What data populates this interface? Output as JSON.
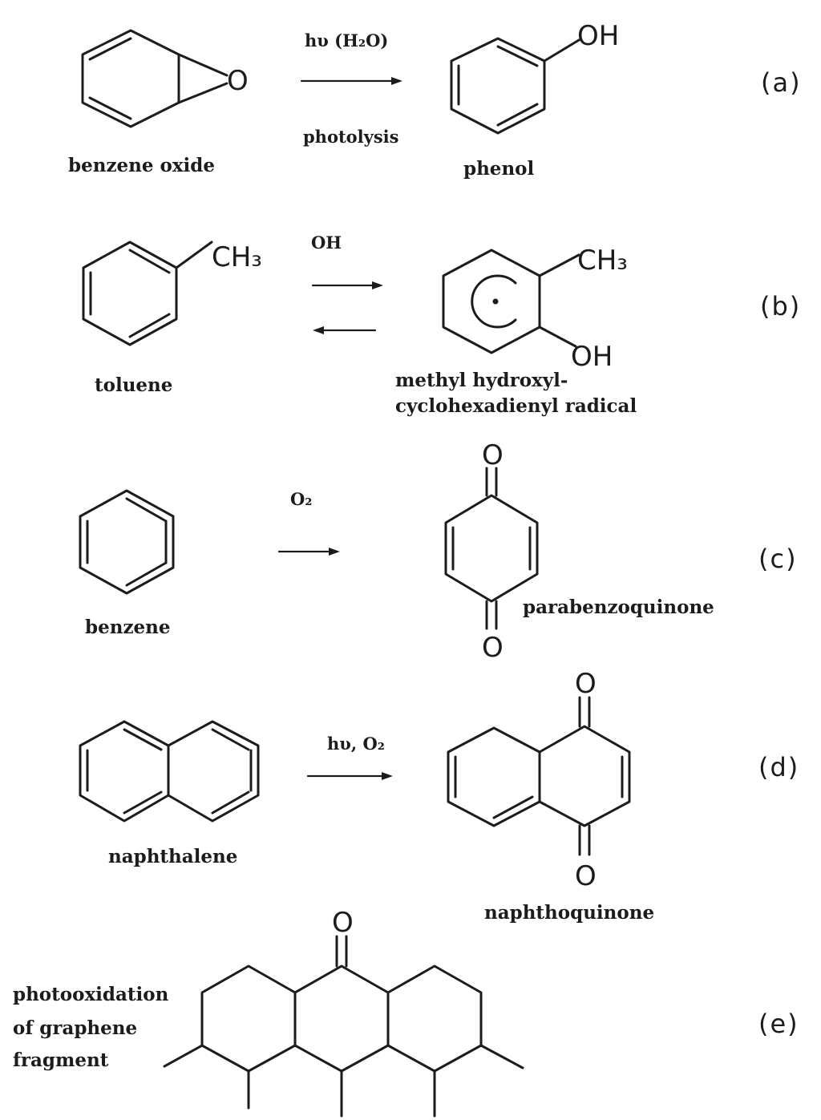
{
  "reactions": {
    "a": {
      "tag": "(a)",
      "reactant": "benzene oxide",
      "reactant_atom_o": "O",
      "condition_top": "hυ (H₂O)",
      "condition_bottom": "photolysis",
      "product": "phenol",
      "product_group": "OH"
    },
    "b": {
      "tag": "(b)",
      "reactant": "toluene",
      "reactant_group": "CH₃",
      "condition_top": "OH",
      "product_line1": "methyl hydroxyl-",
      "product_line2": "cyclohexadienyl radical",
      "product_group_ch3": "CH₃",
      "product_group_oh": "OH"
    },
    "c": {
      "tag": "(c)",
      "reactant": "benzene",
      "condition_top": "O₂",
      "product": "parabenzoquinone",
      "product_o_top": "O",
      "product_o_bottom": "O"
    },
    "d": {
      "tag": "(d)",
      "reactant": "naphthalene",
      "condition_top": "hυ, O₂",
      "product": "naphthoquinone",
      "product_o_top": "O",
      "product_o_bottom": "O"
    },
    "e": {
      "tag": "(e)",
      "label_line1": "photooxidation",
      "label_line2": "of graphene",
      "label_line3": "fragment",
      "product_o": "O"
    }
  }
}
